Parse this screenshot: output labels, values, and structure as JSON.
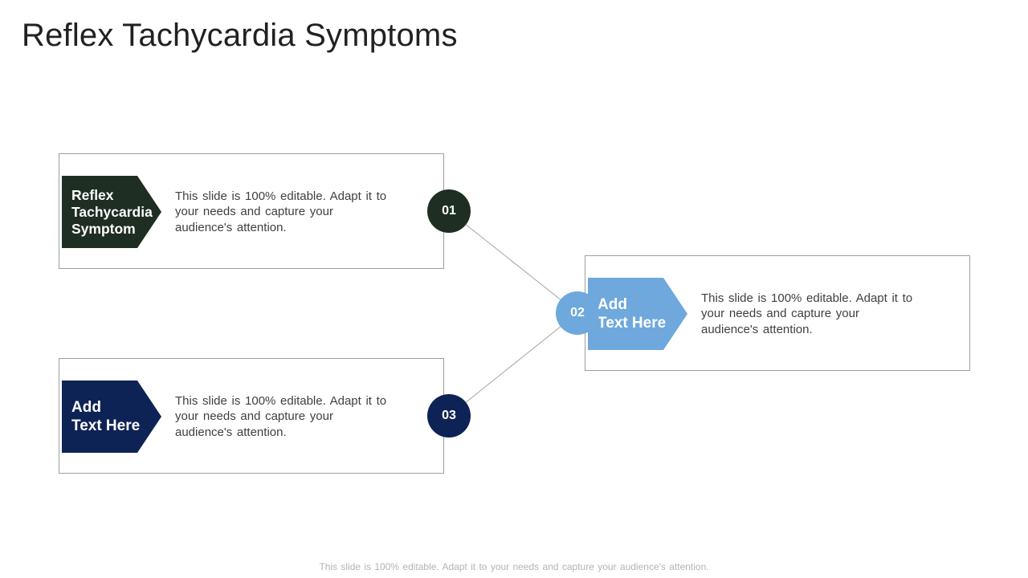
{
  "slide": {
    "title": "Reflex Tachycardia Symptoms",
    "footer": "This slide is 100% editable. Adapt it to your needs and capture your audience's attention.",
    "colors": {
      "dark_green": "#1e2e23",
      "light_blue": "#6fa8dc",
      "navy": "#0e2355",
      "box_border": "#9e9e9e",
      "connector": "#a6a6a6",
      "title_text": "#212121",
      "body_text": "#3f3f3f",
      "footer_text": "#b3b3b3",
      "shape_text": "#ffffff"
    },
    "items": [
      {
        "number": "01",
        "label": "Reflex\nTachycardia\nSymptom",
        "body": "This slide is 100% editable. Adapt it to\nyour needs and capture your\naudience's attention.",
        "accent": "#1e2e23"
      },
      {
        "number": "02",
        "label": "Add\nText Here",
        "body": "This slide is 100% editable. Adapt it to\nyour needs and capture your\naudience's attention.",
        "accent": "#6fa8dc"
      },
      {
        "number": "03",
        "label": "Add\nText Here",
        "body": "This slide is 100% editable. Adapt it to\nyour needs and capture your\naudience's attention.",
        "accent": "#0e2355"
      }
    ]
  }
}
